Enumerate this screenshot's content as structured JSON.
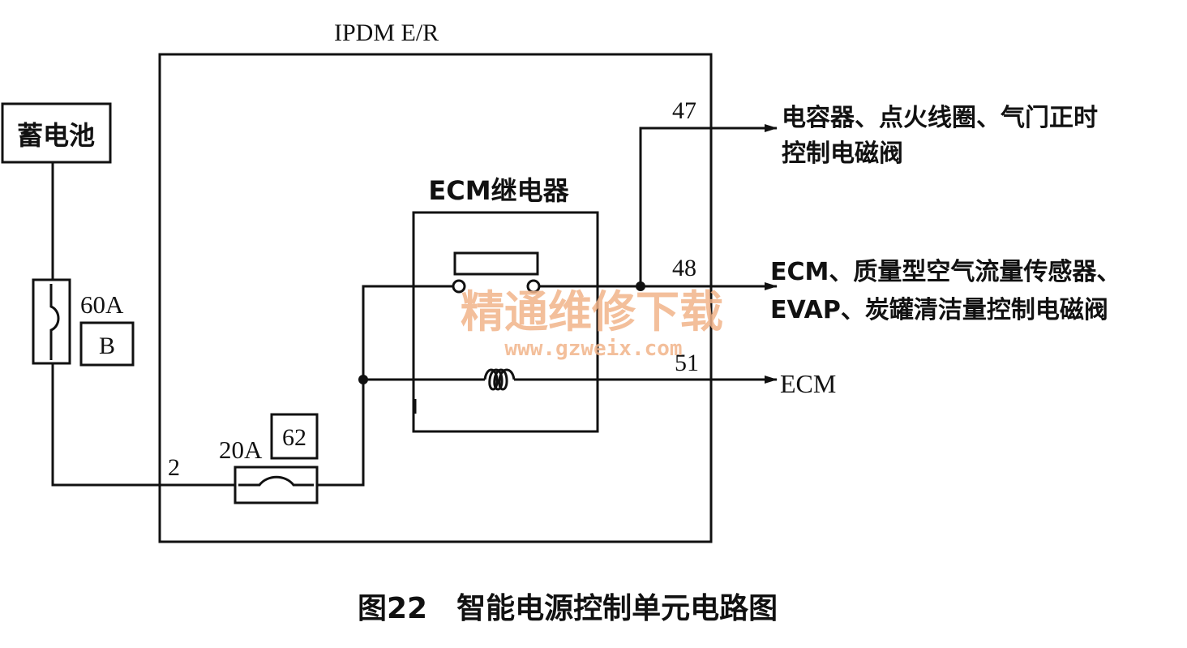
{
  "diagram": {
    "module_title": "IPDM E/R",
    "battery_label": "蓄电池",
    "main_fuse": {
      "rating": "60A",
      "code": "B"
    },
    "ipdm_fuse": {
      "rating": "20A",
      "code": "62"
    },
    "input_pin": "2",
    "relay_label": "ECM继电器",
    "outputs": [
      {
        "pin": "47",
        "line1": "电容器、点火线圈、气门正时",
        "line2": "控制电磁阀"
      },
      {
        "pin": "48",
        "line1": "ECM、质量型空气流量传感器、",
        "line2": "EVAP、炭罐清洁量控制电磁阀"
      },
      {
        "pin": "51",
        "line1": "ECM",
        "line2": ""
      }
    ]
  },
  "caption": "图22　智能电源控制单元电路图",
  "watermark": {
    "text": "精通维修下载",
    "url": "www.gzweix.com"
  },
  "colors": {
    "ink": "#111111",
    "watermark": "#f2b48a"
  }
}
